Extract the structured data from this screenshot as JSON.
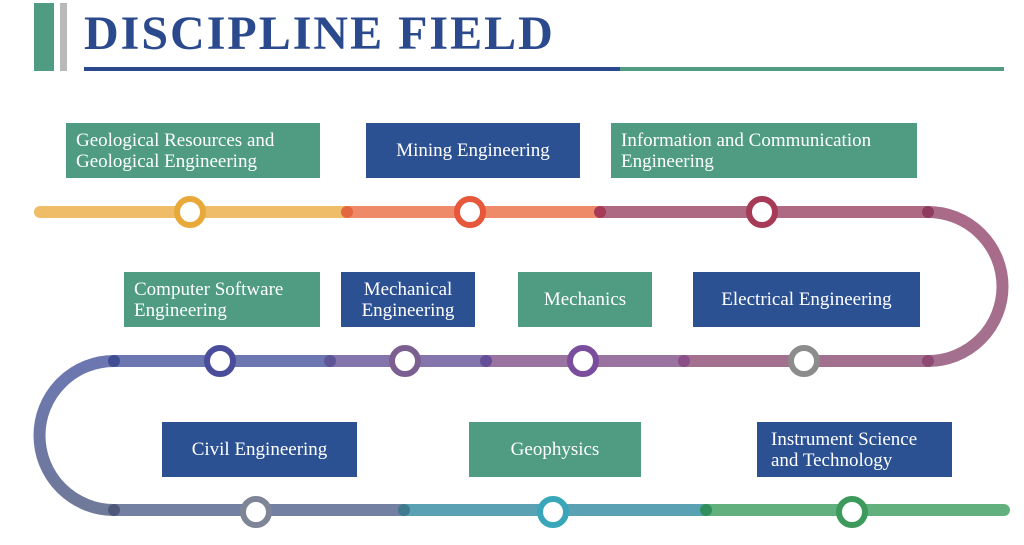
{
  "title": "DISCIPLINE FIELD",
  "colors": {
    "title": "#2b4a8d",
    "box_green": "#4f9c82",
    "box_navy": "#2b5193",
    "accent_green": "#4f9c82",
    "accent_gray": "#b9b9b9",
    "rule_navy": "#2b4a8d",
    "rule_green": "#4f9c82"
  },
  "disciplines": [
    {
      "label": "Geological Resources and Geological Engineering",
      "color": "#4f9c82",
      "marker_color": "#e9a93a"
    },
    {
      "label": "Mining Engineering",
      "color": "#2b5193",
      "marker_color": "#e6573c"
    },
    {
      "label": "Information and Communication Engineering",
      "color": "#4f9c82",
      "marker_color": "#a63a57"
    },
    {
      "label": "Electrical Engineering",
      "color": "#2b5193",
      "marker_color": "#8c8c8c"
    },
    {
      "label": "Mechanics",
      "color": "#4f9c82",
      "marker_color": "#7a4e9c"
    },
    {
      "label": "Mechanical Engineering",
      "color": "#2b5193",
      "marker_color": "#7b5f90"
    },
    {
      "label": "Computer Software Engineering",
      "color": "#4f9c82",
      "marker_color": "#4a4e9a"
    },
    {
      "label": "Civil Engineering",
      "color": "#2b5193",
      "marker_color": "#7d8596"
    },
    {
      "label": "Geophysics",
      "color": "#4f9c82",
      "marker_color": "#3aa6b9"
    },
    {
      "label": "Instrument Science and Technology",
      "color": "#2b5193",
      "marker_color": "#3d9a5c"
    }
  ],
  "road": {
    "segment_colors": [
      "#efbd67",
      "#ee8a68",
      "#ae6a83",
      "#a4708f",
      "#9a73a0",
      "#8475ad",
      "#6c77b2",
      "#7480a1",
      "#5aa1b4",
      "#62b07e"
    ]
  }
}
